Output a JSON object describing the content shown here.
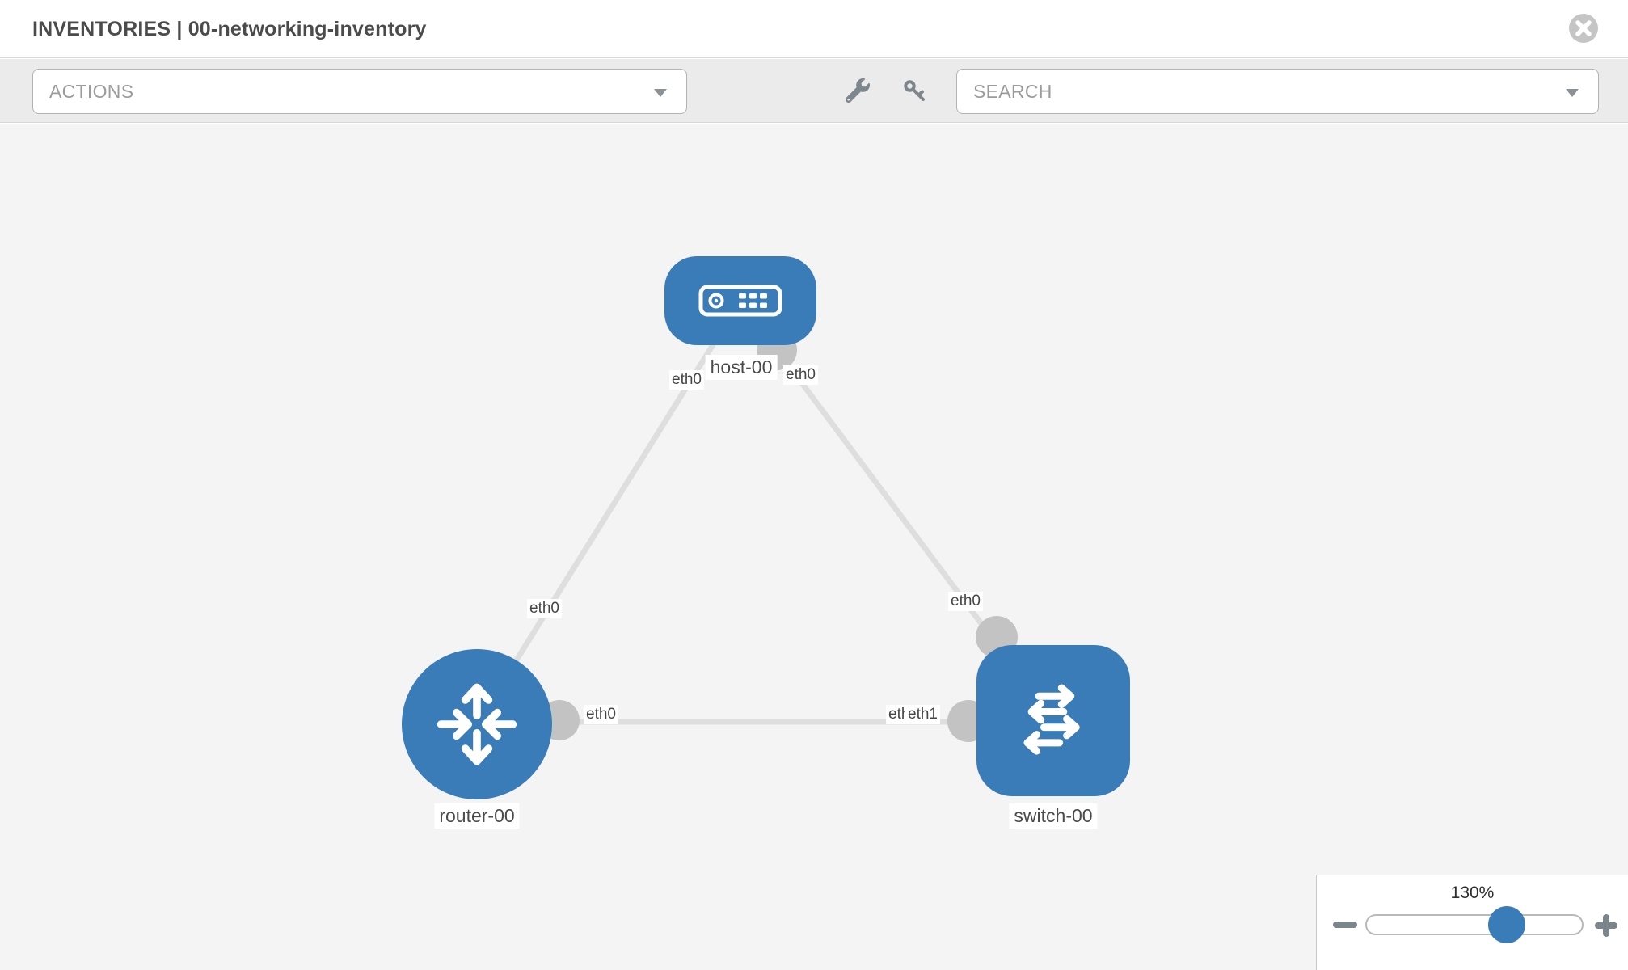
{
  "header": {
    "title": "INVENTORIES | 00-networking-inventory"
  },
  "toolbar": {
    "actions": {
      "label": "ACTIONS"
    },
    "search": {
      "label": "SEARCH"
    },
    "tools": [
      {
        "icon": "wrench-icon"
      },
      {
        "icon": "key-icon"
      }
    ]
  },
  "topology": {
    "nodes": [
      {
        "label": "host-00",
        "type": "host"
      },
      {
        "label": "router-00",
        "type": "router"
      },
      {
        "label": "switch-00",
        "type": "switch"
      }
    ],
    "links": [
      {
        "from": "host-00",
        "from_iface": "eth0",
        "to": "router-00",
        "to_iface": "eth0"
      },
      {
        "from": "host-00",
        "from_iface": "eth0",
        "to": "switch-00",
        "to_iface": "eth0"
      },
      {
        "from": "router-00",
        "from_iface": "eth0",
        "to": "switch-00",
        "to_iface": "eth1"
      }
    ],
    "iface_labels": [
      {
        "text": "eth0"
      },
      {
        "text": "eth0"
      },
      {
        "text": "eth0"
      },
      {
        "text": "eth0"
      },
      {
        "text": "eth0"
      },
      {
        "text": "eth0"
      },
      {
        "text": "eth1"
      }
    ]
  },
  "zoom": {
    "level": "130%"
  },
  "colors": {
    "node_blue": "#3a7cb8",
    "link_gray": "#dedede",
    "endpoint_gray": "#c3c3c3",
    "toolbar_gray": "#ebebeb",
    "canvas_gray": "#f4f4f4"
  }
}
